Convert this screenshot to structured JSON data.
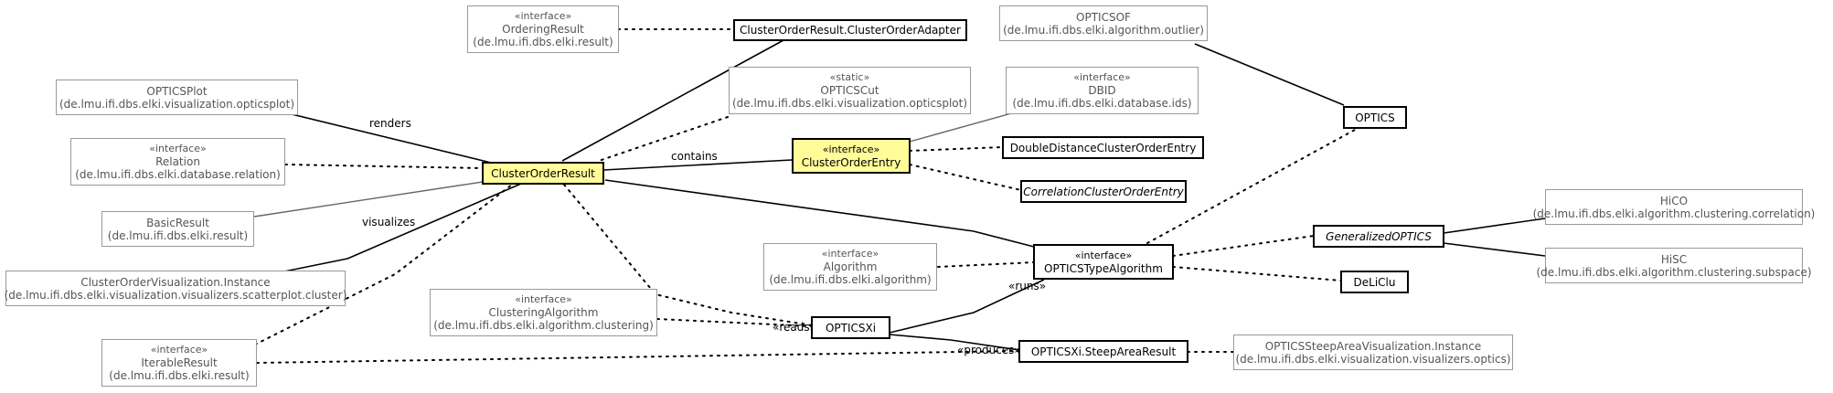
{
  "nodes": {
    "ordering_result": {
      "stereotype": "«interface»",
      "name": "OrderingResult",
      "pkg": "(de.lmu.ifi.dbs.elki.result)"
    },
    "adapter": {
      "name": "ClusterOrderResult.ClusterOrderAdapter"
    },
    "opticsof": {
      "name": "OPTICSOF",
      "pkg": "(de.lmu.ifi.dbs.elki.algorithm.outlier)"
    },
    "opticsplot": {
      "name": "OPTICSPlot",
      "pkg": "(de.lmu.ifi.dbs.elki.visualization.opticsplot)"
    },
    "opticscut": {
      "stereotype": "«static»",
      "name": "OPTICSCut",
      "pkg": "(de.lmu.ifi.dbs.elki.visualization.opticsplot)"
    },
    "dbid": {
      "stereotype": "«interface»",
      "name": "DBID",
      "pkg": "(de.lmu.ifi.dbs.elki.database.ids)"
    },
    "optics": {
      "name": "OPTICS"
    },
    "relation": {
      "stereotype": "«interface»",
      "name": "Relation",
      "pkg": "(de.lmu.ifi.dbs.elki.database.relation)"
    },
    "cluster_order_result": {
      "name": "ClusterOrderResult"
    },
    "cluster_order_entry": {
      "stereotype": "«interface»",
      "name": "ClusterOrderEntry"
    },
    "double_distance": {
      "name": "DoubleDistanceClusterOrderEntry"
    },
    "correlation_entry": {
      "name": "CorrelationClusterOrderEntry"
    },
    "basic_result": {
      "name": "BasicResult",
      "pkg": "(de.lmu.ifi.dbs.elki.result)"
    },
    "hico": {
      "name": "HiCO",
      "pkg": "(de.lmu.ifi.dbs.elki.algorithm.clustering.correlation)"
    },
    "generalized_optics": {
      "name": "GeneralizedOPTICS"
    },
    "algorithm": {
      "stereotype": "«interface»",
      "name": "Algorithm",
      "pkg": "(de.lmu.ifi.dbs.elki.algorithm)"
    },
    "optics_type_algorithm": {
      "stereotype": "«interface»",
      "name": "OPTICSTypeAlgorithm"
    },
    "hisc": {
      "name": "HiSC",
      "pkg": "(de.lmu.ifi.dbs.elki.algorithm.clustering.subspace)"
    },
    "visualization_instance": {
      "name": "ClusterOrderVisualization.Instance",
      "pkg": "(de.lmu.ifi.dbs.elki.visualization.visualizers.scatterplot.cluster)"
    },
    "deliclu": {
      "name": "DeLiClu"
    },
    "clustering_algorithm": {
      "stereotype": "«interface»",
      "name": "ClusteringAlgorithm",
      "pkg": "(de.lmu.ifi.dbs.elki.algorithm.clustering)"
    },
    "opticsxi": {
      "name": "OPTICSXi"
    },
    "iterable_result": {
      "stereotype": "«interface»",
      "name": "IterableResult",
      "pkg": "(de.lmu.ifi.dbs.elki.result)"
    },
    "steep_area_result": {
      "name": "OPTICSXi.SteepAreaResult"
    },
    "steep_area_vis": {
      "name": "OPTICSSteepAreaVisualization.Instance",
      "pkg": "(de.lmu.ifi.dbs.elki.visualization.visualizers.optics)"
    }
  },
  "edge_labels": {
    "renders": "renders",
    "contains": "contains",
    "visualizes": "visualizes",
    "runs": "«runs»",
    "reads": "«reads»",
    "produces": "«produces»"
  },
  "colors": {
    "highlight": "#fffc99",
    "strong_border": "#000000",
    "muted_border": "#999999",
    "muted_text": "#555555"
  }
}
